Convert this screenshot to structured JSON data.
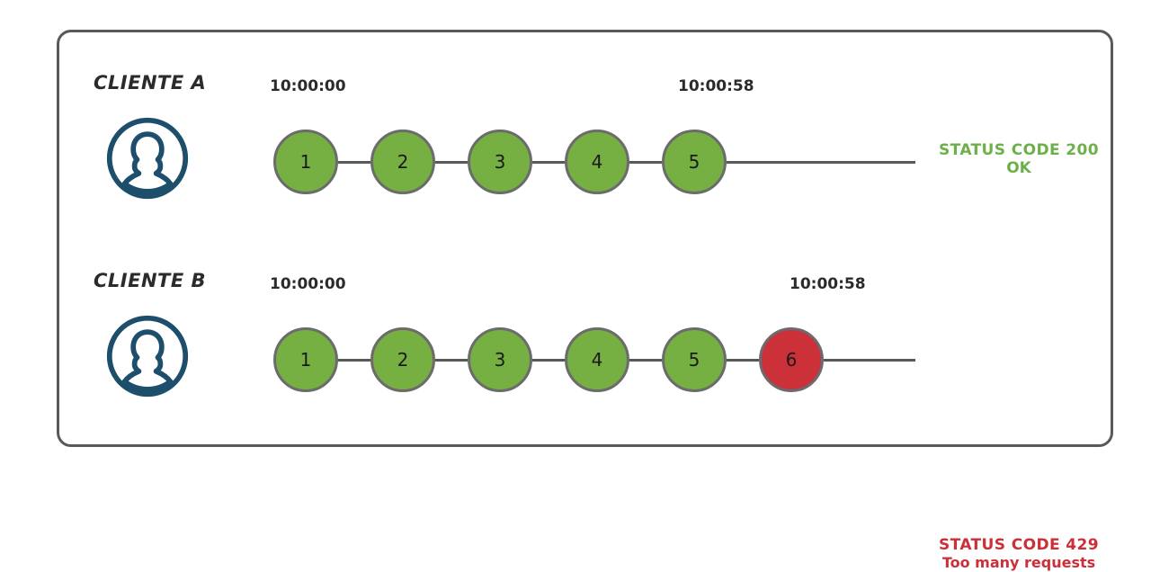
{
  "diagram": {
    "title_present": false,
    "colors": {
      "node_ok": "#76b043",
      "node_fail": "#cc3039",
      "node_border": "#6b6b6b",
      "frame_border": "#595959",
      "avatar": "#1d4e6b",
      "status_ok_text": "#6cb04a",
      "status_fail_text": "#cc2f38",
      "background": "#ffffff"
    },
    "rows": [
      {
        "id": "cliente-a",
        "label": "CLIENTE A",
        "avatar_icon": "user-avatar-icon",
        "timestamp_start": "10:00:00",
        "timestamp_end": "10:00:58",
        "nodes": [
          {
            "number": "1",
            "state": "ok"
          },
          {
            "number": "2",
            "state": "ok"
          },
          {
            "number": "3",
            "state": "ok"
          },
          {
            "number": "4",
            "state": "ok"
          },
          {
            "number": "5",
            "state": "ok"
          }
        ],
        "status": {
          "main": "STATUS CODE 200",
          "sub": "OK",
          "state": "ok"
        }
      },
      {
        "id": "cliente-b",
        "label": "CLIENTE B",
        "avatar_icon": "user-avatar-icon",
        "timestamp_start": "10:00:00",
        "timestamp_end": "10:00:58",
        "nodes": [
          {
            "number": "1",
            "state": "ok"
          },
          {
            "number": "2",
            "state": "ok"
          },
          {
            "number": "3",
            "state": "ok"
          },
          {
            "number": "4",
            "state": "ok"
          },
          {
            "number": "5",
            "state": "ok"
          },
          {
            "number": "6",
            "state": "fail"
          }
        ],
        "status": {
          "main": "STATUS CODE 429",
          "sub": "Too many requests",
          "state": "fail"
        }
      }
    ]
  }
}
